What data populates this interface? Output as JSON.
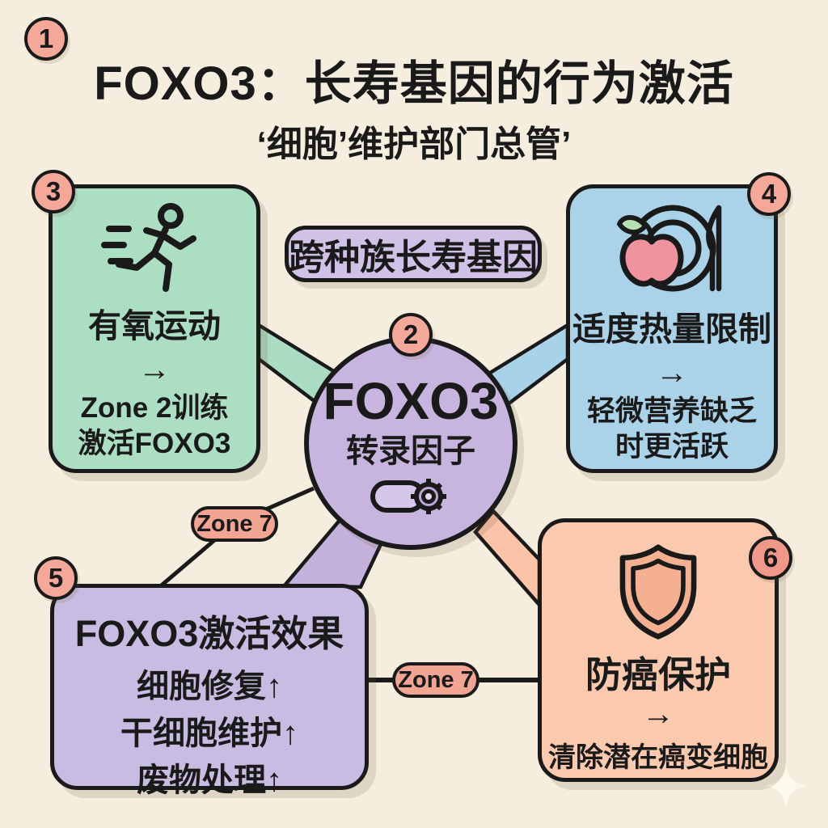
{
  "page": {
    "title": "FOXO3：长寿基因的行为激活",
    "subtitle": "‘细胞’维护部门总管’",
    "step_badge": "1",
    "background_color": "#f5eedf",
    "outline_color": "#1a1a1a",
    "badge_color": "#f4a89a"
  },
  "tag": {
    "label": "跨种族长寿基因",
    "color": "#cfc2e6"
  },
  "nodes": {
    "center": {
      "badge": "2",
      "title": "FOXO3",
      "subtitle": "转录因子",
      "icon": "toggle-gear-icon",
      "color": "#c7b5df"
    },
    "aerobic": {
      "badge": "3",
      "title": "有氧运动",
      "arrow": "→",
      "lines": [
        "Zone 2训练",
        "激活FOXO3"
      ],
      "icon": "runner-icon",
      "color": "#abdec3"
    },
    "calorie": {
      "badge": "4",
      "title": "适度热量限制",
      "arrow": "→",
      "lines": [
        "轻微营养缺乏",
        "时更活跃"
      ],
      "icon": "plate-apple-knife-icon",
      "color": "#aad3e9"
    },
    "effects": {
      "badge": "5",
      "title": "FOXO3激活效果",
      "lines": [
        "细胞修复↑",
        "干细胞维护↑",
        "废物处理↑"
      ],
      "color": "#c9bce2"
    },
    "anticancer": {
      "badge": "6",
      "title": "防癌保护",
      "arrow": "→",
      "lines": [
        "清除潜在癌变细胞"
      ],
      "icon": "shield-icon",
      "color": "#fbc9ae",
      "badge_color": "#f0988a"
    }
  },
  "connectors": {
    "zone_left": {
      "text": "Zone 7"
    },
    "zone_bottom": {
      "text": "Zone 7"
    },
    "band_colors": {
      "green": "#a9dcc3",
      "blue": "#a8d2e8",
      "purple": "#c4b2dc",
      "salmon": "#fbc3a7"
    }
  }
}
